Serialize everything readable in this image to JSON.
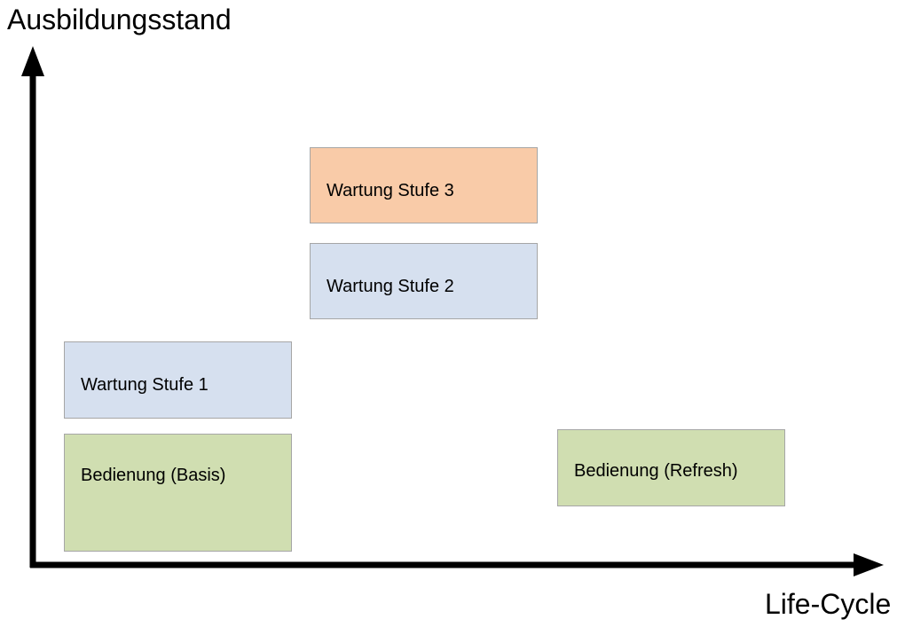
{
  "axes": {
    "y_label": "Ausbildungsstand",
    "x_label": "Life-Cycle"
  },
  "colors": {
    "axis": "#000000",
    "blue_fill": "#d6e0ef",
    "orange_fill": "#f9cba8",
    "green_fill": "#d0deb1",
    "box_border": "#a6a6a6"
  },
  "boxes": {
    "stufe3": {
      "label": "Wartung Stufe 3",
      "color": "#f9cba8"
    },
    "stufe2": {
      "label": "Wartung Stufe 2",
      "color": "#d6e0ef"
    },
    "stufe1": {
      "label": "Wartung Stufe 1",
      "color": "#d6e0ef"
    },
    "basis": {
      "label": "Bedienung (Basis)",
      "color": "#d0deb1"
    },
    "refresh": {
      "label": "Bedienung (Refresh)",
      "color": "#d0deb1"
    }
  }
}
